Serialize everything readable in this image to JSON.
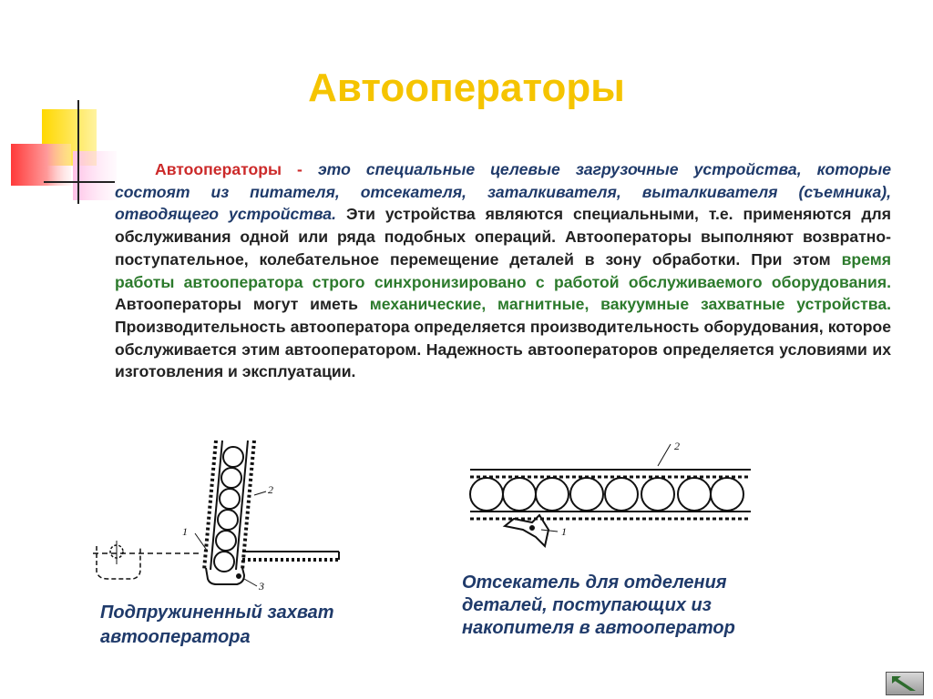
{
  "slide": {
    "title": "Автооператоры",
    "paragraph": {
      "term": "Автооператоры",
      "dash": " - ",
      "definition": "это специальные целевые загрузочные устройства, которые состоят из питателя, отсекателя, заталкивателя, выталкивателя (съемника), отводящего устройства",
      "dot1": ". ",
      "part2": "Эти устройства являются специальными, т.е. применяются для обслуживания одной или ряда подобных операций. Автооператоры выполняют возвратно-поступательное, колебательное перемещение деталей в зону обработки. При этом ",
      "green1": "время работы автооператора строго синхронизировано с работой обслуживаемого оборудования",
      "dot2": ". ",
      "part3": "Автооператоры могут иметь ",
      "green2": "механические, магнитные, вакуумные захватные устройства",
      "dot3": ". ",
      "part4": "Производительность автооператора определяется производительность оборудования, которое обслуживается этим автооператором. Надежность автооператоров определяется условиями их изготовления и эксплуатации."
    },
    "caption_left": [
      "Подпружиненный захват",
      "автооператора"
    ],
    "caption_right": [
      "Отсекатель для отделения",
      "деталей, поступающих из",
      "накопителя в автооператор"
    ],
    "figure_left_labels": [
      "1",
      "2",
      "3"
    ],
    "figure_right_labels": [
      "1",
      "2"
    ],
    "nav_icon": "return-arrow-icon",
    "colors": {
      "title": "#f5c400",
      "term": "#cc2a2a",
      "italic": "#1f3a6a",
      "green": "#2c7a2c"
    }
  }
}
